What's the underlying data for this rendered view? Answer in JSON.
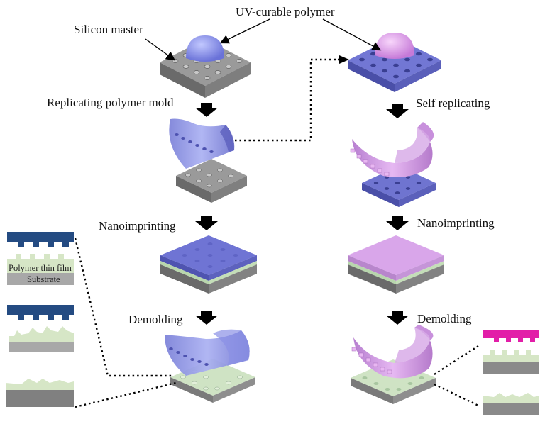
{
  "labels": {
    "uv_polymer": "UV-curable polymer",
    "silicon_master": "Silicon master",
    "replicating_mold": "Replicating polymer mold",
    "self_replicating": "Self replicating",
    "nanoimprint_left": "Nanoimprinting",
    "nanoimprint_right": "Nanoimprinting",
    "demold_left": "Demolding",
    "demold_right": "Demolding",
    "polymer_film": "Polymer thin film",
    "substrate": "Substrate"
  },
  "colors": {
    "silicon": "#8d8d8d",
    "blue_mold": "#6e72d2",
    "blue_droplet": "#8c95ef",
    "pink_polymer": "#d49be6",
    "pink_droplet": "#e6a6ee",
    "film_green": "#d6e6c6",
    "navy_mold": "#244b82",
    "magenta_mold": "#e21ea8",
    "arrow": "#000000"
  },
  "icons": [
    "process-arrow-icon",
    "dotted-connector-icon"
  ]
}
